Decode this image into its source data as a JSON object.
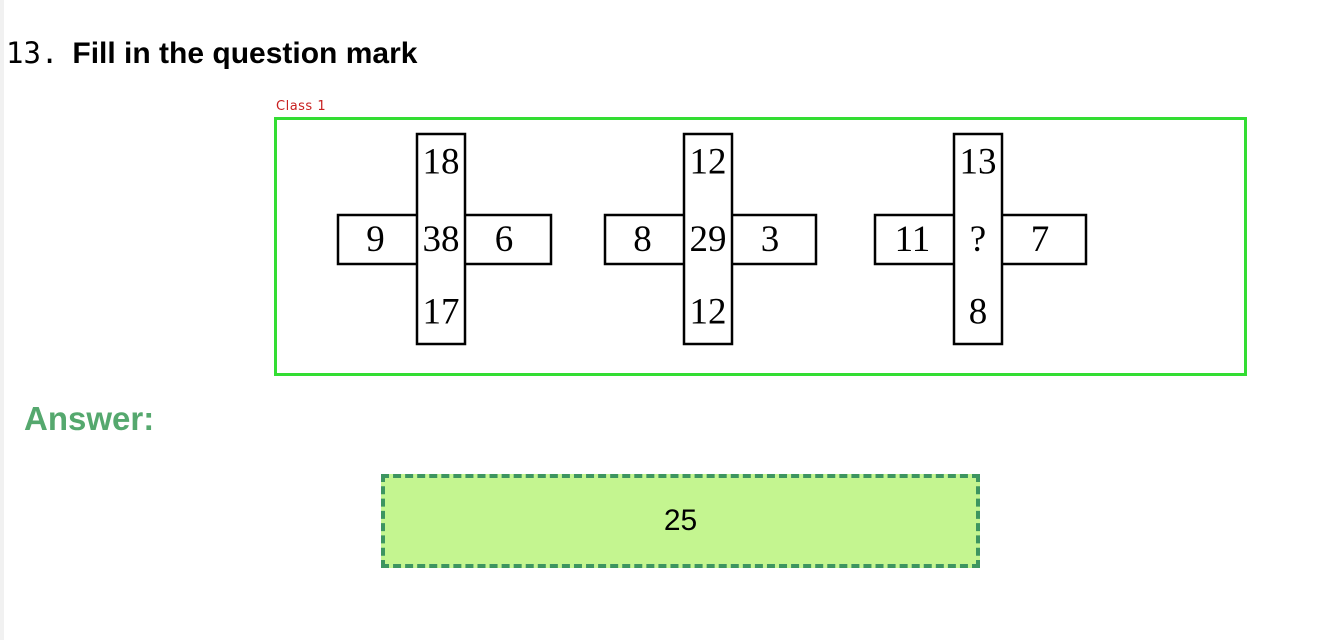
{
  "question": {
    "number": "13.",
    "text": "Fill in the question mark"
  },
  "figure": {
    "class_label": "Class 1",
    "box_color": "#33dd33",
    "crosses": [
      {
        "top": "18",
        "left": "9",
        "center": "38",
        "right": "6",
        "bottom": "17"
      },
      {
        "top": "12",
        "left": "8",
        "center": "29",
        "right": "3",
        "bottom": "12"
      },
      {
        "top": "13",
        "left": "11",
        "center": "?",
        "right": "7",
        "bottom": "8"
      }
    ]
  },
  "answer": {
    "label": "Answer:",
    "value": "25",
    "label_color": "#55a86e",
    "box_fill": "#c4f590",
    "box_border": "#3d9560"
  }
}
